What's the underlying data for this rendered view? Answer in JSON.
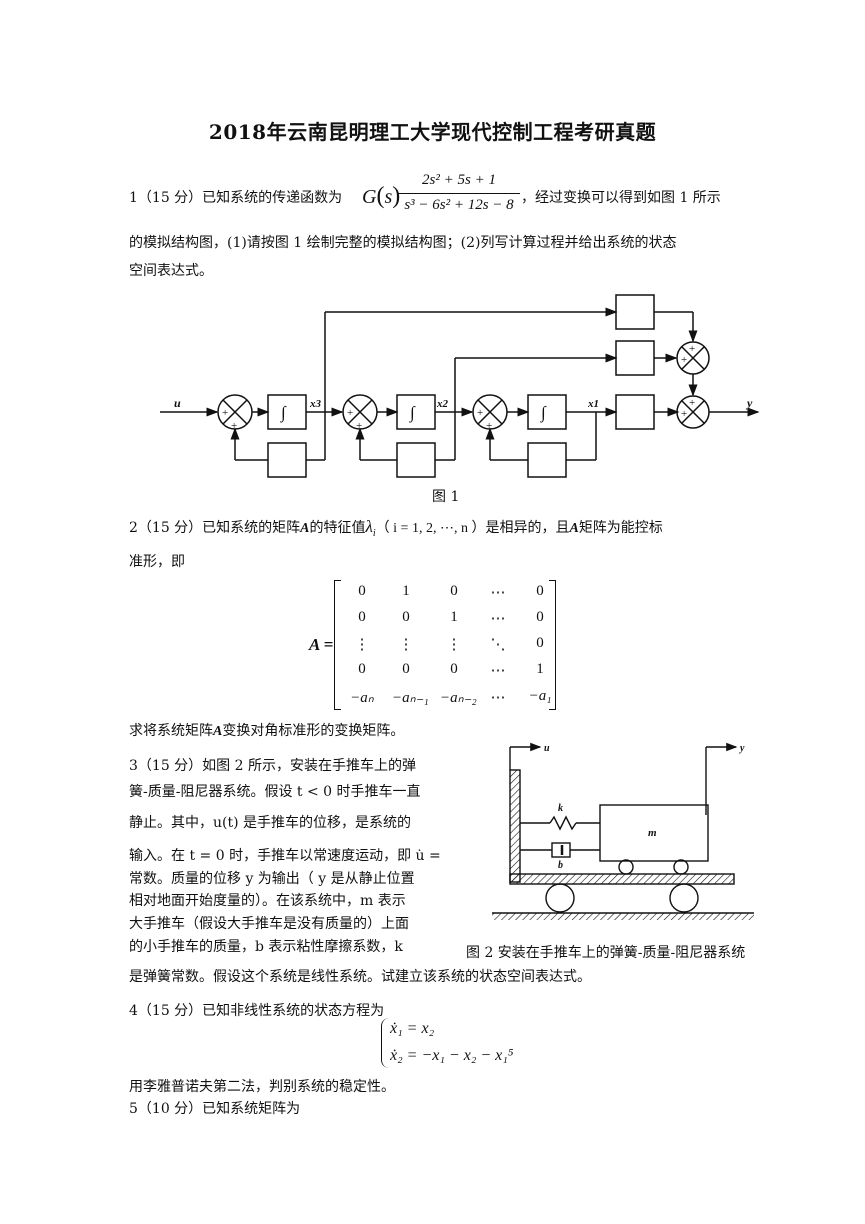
{
  "title": "2018年云南昆明理工大学现代控制工程考研真题",
  "q1": {
    "prefix": "1（15 分）已知系统的传递函数为",
    "G": "G",
    "s": "s",
    "num": "2s² + 5s + 1",
    "den": "s³ − 6s² + 12s − 8",
    "suffix": "，经过变换可以得到如图 1 所示",
    "line2": "的模拟结构图，(1)请按图 1 绘制完整的模拟结构图；(2)列写计算过程并给出系统的状态",
    "line3": "空间表达式。"
  },
  "fig1": {
    "caption": "图 1",
    "u": "u",
    "y": "y",
    "x3": "x3",
    "x2": "x2",
    "x1": "x1",
    "integral": "∫",
    "plus": "+"
  },
  "q2": {
    "line1_a": "2（15 分）已知系统的矩阵",
    "A": "A",
    "line1_b": "的特征值",
    "lambda": "λ",
    "sub_i": "i",
    "paren": "（ i = 1, 2, ⋯, n ）",
    "line1_c": "是相异的，且",
    "line1_d": "矩阵为能控标",
    "line2": "准形，即",
    "eq": "A =",
    "matrix": [
      [
        "0",
        "1",
        "0",
        "⋯",
        "0"
      ],
      [
        "0",
        "0",
        "1",
        "⋯",
        "0"
      ],
      [
        "⋮",
        "⋮",
        "⋮",
        "⋱",
        "0"
      ],
      [
        "0",
        "0",
        "0",
        "⋯",
        "1"
      ],
      [
        "−aₙ",
        "−aₙ₋₁",
        "−aₙ₋₂",
        "⋯",
        "−a₁"
      ]
    ],
    "ask_a": "求将系统矩阵",
    "ask_b": "变换对角标准形的变换矩阵。"
  },
  "q3": {
    "l1": "3（15 分）如图 2 所示，安装在手推车上的弹",
    "l2": "簧-质量-阻尼器系统。假设 t < 0 时手推车一直",
    "l3": "静止。其中，u(t) 是手推车的位移，是系统的",
    "l4": "输入。在 t = 0 时，手推车以常速度运动，即 u̇ =",
    "l5": "常数。质量的位移 y 为输出（ y 是从静止位置",
    "l6": "相对地面开始度量的）。在该系统中，m 表示",
    "l7": "大手推车（假设大手推车是没有质量的）上面",
    "l8": "的小手推车的质量，b 表示粘性摩擦系数，k",
    "l9": "是弹簧常数。假设这个系统是线性系统。试建立该系统的状态空间表达式。"
  },
  "fig2": {
    "caption": "图 2  安装在手推车上的弹簧-质量-阻尼器系统",
    "u": "u",
    "y": "y",
    "k": "k",
    "b": "b",
    "m": "m"
  },
  "q4": {
    "l1": "4（15 分）已知非线性系统的状态方程为",
    "eq1": "ẋ₁ = x₂",
    "eq2": "ẋ₂ = −x₁ − x₂ − x₁⁵",
    "l2": "用李雅普诺夫第二法，判别系统的稳定性。"
  },
  "q5": {
    "l1": "5（10 分）已知系统矩阵为"
  }
}
